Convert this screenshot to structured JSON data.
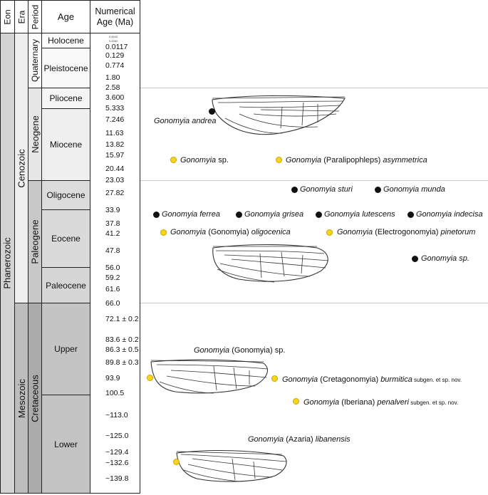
{
  "headers": {
    "eon": "Eon",
    "era": "Era",
    "period": "Period",
    "age": "Age",
    "numerical_age": "Numerical Age (Ma)"
  },
  "eons": {
    "phanerozoic": "Phanerozoic"
  },
  "eras": {
    "cenozoic": "Cenozoic",
    "mesozoic": "Mesozoic"
  },
  "periods": {
    "quaternary": "Quaternary",
    "neogene": "Neogene",
    "paleogene": "Paleogene",
    "cretaceous": "Cretaceous"
  },
  "ages": {
    "holocene": "Holocene",
    "pleistocene": "Pleistocene",
    "pliocene": "Pliocene",
    "miocene": "Miocene",
    "oligocene": "Oligocene",
    "eocene": "Eocene",
    "paleocene": "Paleocene",
    "upper": "Upper",
    "lower": "Lower"
  },
  "numerical_ages": [
    "0.0117",
    "0.129",
    "0.774",
    "1.80",
    "2.58",
    "3.600",
    "5.333",
    "7.246",
    "11.63",
    "13.82",
    "15.97",
    "20.44",
    "23.03",
    "27.82",
    "33.9",
    "37.8",
    "41.2",
    "47.8",
    "56.0",
    "59.2",
    "61.6",
    "66.0",
    "72.1 ± 0.2",
    "83.6 ± 0.2",
    "86.3 ± 0.5",
    "89.8 ± 0.3",
    "93.9",
    "100.5",
    "~113.0",
    "~125.0",
    "~129.4",
    "~132.6",
    "~139.8"
  ],
  "tiny_marks": [
    "0.0042",
    "0.0082"
  ],
  "species": {
    "andrea": {
      "genus": "Gonomyia",
      "rest": " andrea"
    },
    "sp_neogene": {
      "genus": "Gonomyia",
      "rest": " sp."
    },
    "asymmetrica": {
      "genus": "Gonomyia",
      "subgenus": " (Paralipophleps) ",
      "epithet": "asymmetrica"
    },
    "sturi": {
      "genus": "Gonomyia",
      "rest": " sturi"
    },
    "munda": {
      "genus": "Gonomyia",
      "rest": " munda"
    },
    "ferrea": {
      "genus": "Gonomyia",
      "rest": " ferrea"
    },
    "grisea": {
      "genus": "Gonomyia",
      "rest": " grisea"
    },
    "lutescens": {
      "genus": "Gonomyia",
      "rest": " lutescens"
    },
    "indecisa": {
      "genus": "Gonomyia",
      "rest": " indecisa"
    },
    "oligocenica": {
      "genus": "Gonomyia",
      "subgenus": " (Gonomyia) ",
      "epithet": "oligocenica"
    },
    "pinetorum": {
      "genus": "Gonomyia",
      "subgenus": " (Electrogonomyia) ",
      "epithet": "pinetorum"
    },
    "sp_paleogene": {
      "genus": "Gonomyia",
      "rest": " sp."
    },
    "gonomyia_sp": {
      "genus": "Gonomyia",
      "subgenus": " (Gonomyia) ",
      "epithet": "sp."
    },
    "burmitica": {
      "genus": "Gonomyia",
      "subgenus": " (Cretagonomyia) ",
      "epithet": "burmitica",
      "note": " subgen. et sp. nov."
    },
    "penalveri": {
      "genus": "Gonomyia",
      "subgenus": " (Iberiana) ",
      "epithet": "penalveri",
      "note": " subgen. et sp. nov."
    },
    "libanensis": {
      "genus": "Gonomyia",
      "subgenus": " (Azaria) ",
      "epithet": "libanensis"
    }
  },
  "colors": {
    "extant_dot": "#111111",
    "fossil_dot": "#f7d51d",
    "phanerozoic": "#d3d3d3",
    "cenozoic": "#efefef",
    "quaternary": "#fafafa",
    "neogene": "#e6e6e6",
    "paleogene": "#c8c8c8",
    "mesozoic": "#bdbdbd",
    "cretaceous": "#ababab"
  }
}
